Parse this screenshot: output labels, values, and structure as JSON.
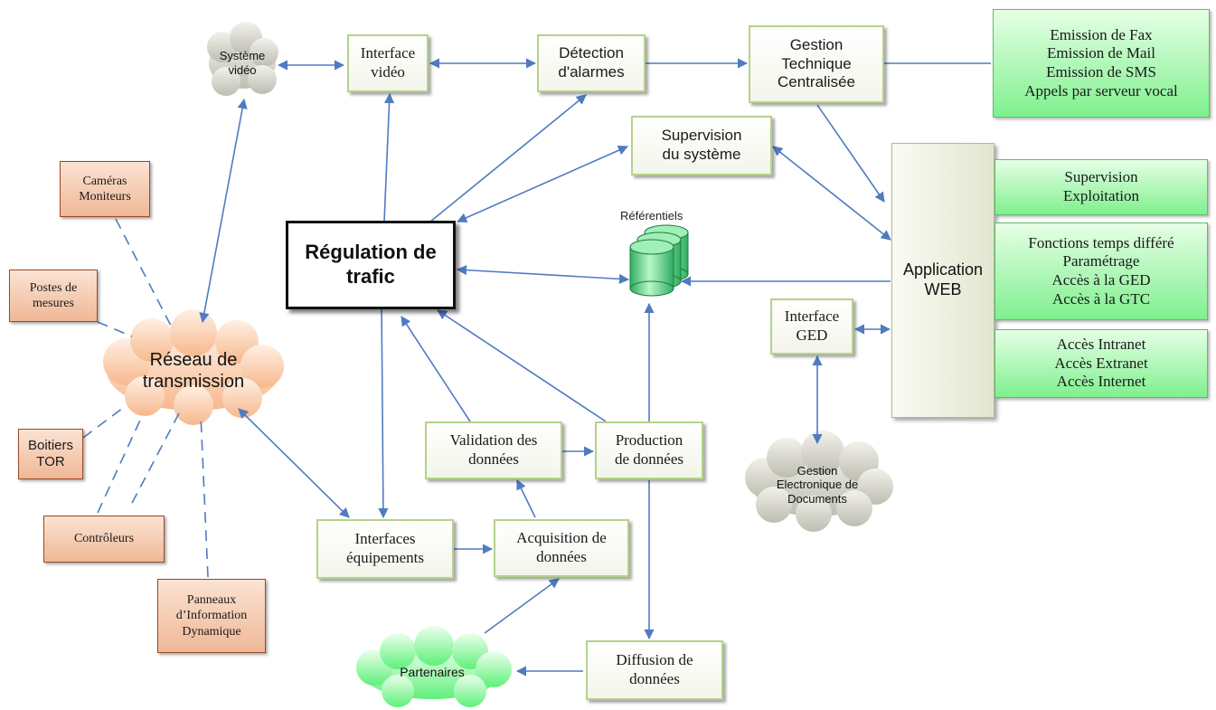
{
  "main": "Régulation de trafic",
  "clouds": {
    "video": [
      "Système",
      "vidéo"
    ],
    "reseau": [
      "Réseau de",
      "transmission"
    ],
    "ged": [
      "Gestion",
      "Electronique de",
      "Documents"
    ],
    "partenaires": "Partenaires"
  },
  "devices": {
    "cameras": [
      "Caméras",
      "Moniteurs"
    ],
    "postes": [
      "Postes de",
      "mesures"
    ],
    "boitiers": [
      "Boitiers",
      "TOR"
    ],
    "controleurs": [
      "Contrôleurs"
    ],
    "panneaux": [
      "Panneaux",
      "d’Information",
      "Dynamique"
    ]
  },
  "process": {
    "interface_video": [
      "Interface",
      "vidéo"
    ],
    "detection": [
      "Détection",
      "d'alarmes"
    ],
    "gtc": [
      "Gestion",
      "Technique",
      "Centralisée"
    ],
    "supervision": [
      "Supervision",
      "du système"
    ],
    "interface_ged": [
      "Interface",
      "GED"
    ],
    "validation": [
      "Validation des",
      "données"
    ],
    "production": [
      "Production",
      "de données"
    ],
    "interfaces_equip": [
      "Interfaces",
      "équipements"
    ],
    "acquisition": [
      "Acquisition de",
      "données"
    ],
    "diffusion": [
      "Diffusion de",
      "données"
    ]
  },
  "referentiels": "Référentiels",
  "application_web": [
    "Application",
    "WEB"
  ],
  "web_panels": {
    "emission": [
      "Emission de Fax",
      "Emission de Mail",
      "Emission de SMS",
      "Appels par serveur vocal"
    ],
    "supervision": [
      "Supervision",
      "Exploitation"
    ],
    "fonctions": [
      "Fonctions temps différé",
      "Paramétrage",
      "Accès à la GED",
      "Accès à la GTC"
    ],
    "acces": [
      "Accès Intranet",
      "Accès Extranet",
      "Accès Internet"
    ]
  },
  "colors": {
    "arrow": "#4f7bc1",
    "process_border": "#b5d28a",
    "device_fill": "#f0b999",
    "green_fill": "#90f39d"
  }
}
